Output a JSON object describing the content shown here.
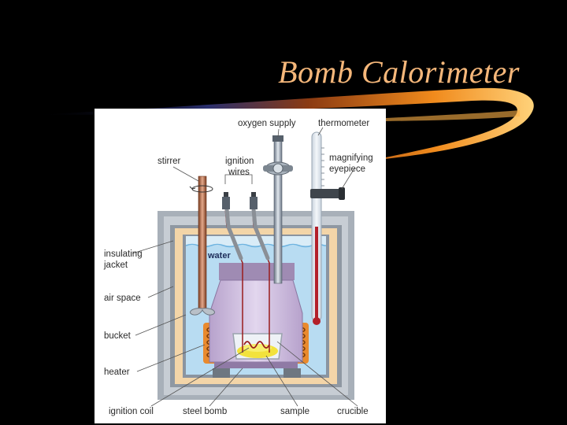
{
  "slide": {
    "title": "Bomb Calorimeter"
  },
  "diagram": {
    "labels": {
      "oxygen_supply": "oxygen supply",
      "thermometer": "thermometer",
      "stirrer": "stirrer",
      "ignition_wires_1": "ignition",
      "ignition_wires_2": "wires",
      "magnifying_1": "magnifying",
      "magnifying_2": "eyepiece",
      "insulating_1": "insulating",
      "insulating_2": "jacket",
      "water": "water",
      "air_space": "air space",
      "bucket": "bucket",
      "heater": "heater",
      "ignition_coil": "ignition coil",
      "steel_bomb": "steel bomb",
      "sample": "sample",
      "crucible": "crucible"
    }
  },
  "colors": {
    "title": "#f5b77a",
    "jacket": "#b9c0c8",
    "insulation": "#f3d5a8",
    "water": "#b8dcf2",
    "bomb": "#cbb9dc",
    "heater": "#e98a2e",
    "wire": "#9a1d1d",
    "sample": "#f2e23c"
  }
}
